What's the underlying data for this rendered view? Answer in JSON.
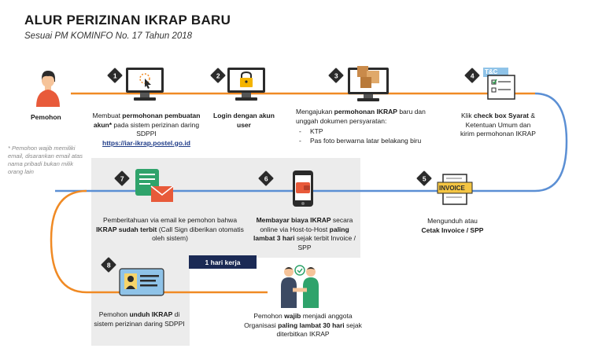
{
  "header": {
    "title": "ALUR PERIZINAN IKRAP BARU",
    "subtitle": "Sesuai PM KOMINFO No. 17 Tahun 2018"
  },
  "actor": {
    "label": "Pemohon",
    "note": "* Pemohon wajib memiliki email, disarankan email atas nama pribadi bukan milik orang lain"
  },
  "steps": [
    {
      "number": "1",
      "text_a": "Membuat ",
      "text_bold": "permohonan pembuatan akun*",
      "text_b": " pada sistem perizinan daring SDPPI",
      "link": "https://iar-ikrap.postel.go.id"
    },
    {
      "number": "2",
      "text_bold": "Login dengan akun user"
    },
    {
      "number": "3",
      "text_a": "Mengajukan ",
      "text_bold": "permohonan IKRAP",
      "text_b": " baru dan unggah dokumen persyaratan:",
      "items": [
        "KTP",
        "Pas foto berwarna latar belakang biru"
      ]
    },
    {
      "number": "4",
      "icon_label": "T&C",
      "text_a": "Klik ",
      "text_bold": "check box Syarat",
      "text_b": " & Ketentuan Umum dan kirim permohonan IKRAP"
    },
    {
      "number": "5",
      "icon_label": "INVOICE",
      "text_a": "Mengunduh atau",
      "text_bold": "Cetak Invoice / SPP"
    },
    {
      "number": "6",
      "text_bold_a": "Membayar biaya IKRAP",
      "text_a": " secara online via Host-to-Host ",
      "text_bold_b": "paling lambat 3 hari",
      "text_b": " sejak terbit Invoice / SPP"
    },
    {
      "number": "7",
      "text_a": "Pemberitahuan via email ke pemohon bahwa ",
      "text_bold": "IKRAP sudah terbit",
      "text_b": " (Call Sign diberikan otomatis oleh sistem)",
      "sla": "1 hari kerja"
    },
    {
      "number": "8",
      "text_a": "Pemohon ",
      "text_bold": "unduh IKRAP",
      "text_b": " di sistem perizinan daring SDPPI"
    }
  ],
  "final": {
    "text_a": "Pemohon ",
    "text_bold_a": "wajib",
    "text_b": " menjadi anggota Organisasi ",
    "text_bold_b": "paling lambat 30 hari",
    "text_c": " sejak diterbitkan IKRAP"
  },
  "colors": {
    "flow_orange": "#f08a24",
    "flow_blue": "#5b8fd4",
    "badge": "#2b2b2b",
    "sla_navy": "#1b2a55",
    "link": "#1f3c88",
    "panel_gray": "#ececec"
  },
  "icons": [
    "person-icon",
    "computer-cursor-icon",
    "computer-login-icon",
    "computer-boxes-icon",
    "terms-conditions-icon",
    "invoice-icon",
    "wallet-phone-icon",
    "email-notification-icon",
    "id-card-icon",
    "handshake-icon"
  ]
}
